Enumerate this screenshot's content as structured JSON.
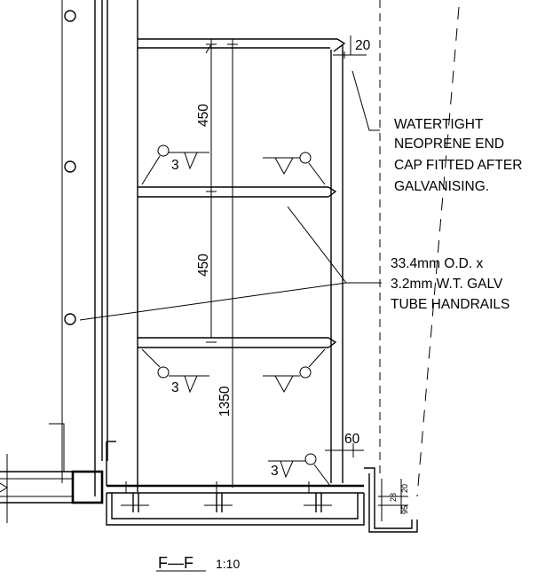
{
  "section": {
    "title": "F—F",
    "scale": "1:10"
  },
  "dimensions": {
    "upper_spacing": "450",
    "middle_spacing": "450",
    "overall_height": "1350",
    "cap_offset": "20",
    "bottom_offset": "60",
    "gutter_a": "20",
    "gutter_b": "28",
    "gutter_c": "95"
  },
  "weld_symbols": [
    "3",
    "3",
    "3"
  ],
  "notes": {
    "end_cap": [
      "WATERTIGHT",
      "NEOPRENE END",
      "CAP FITTED AFTER",
      "GALVANISING."
    ],
    "handrail": [
      "33.4mm O.D. x",
      "3.2mm W.T. GALV",
      "TUBE HANDRAILS"
    ]
  }
}
